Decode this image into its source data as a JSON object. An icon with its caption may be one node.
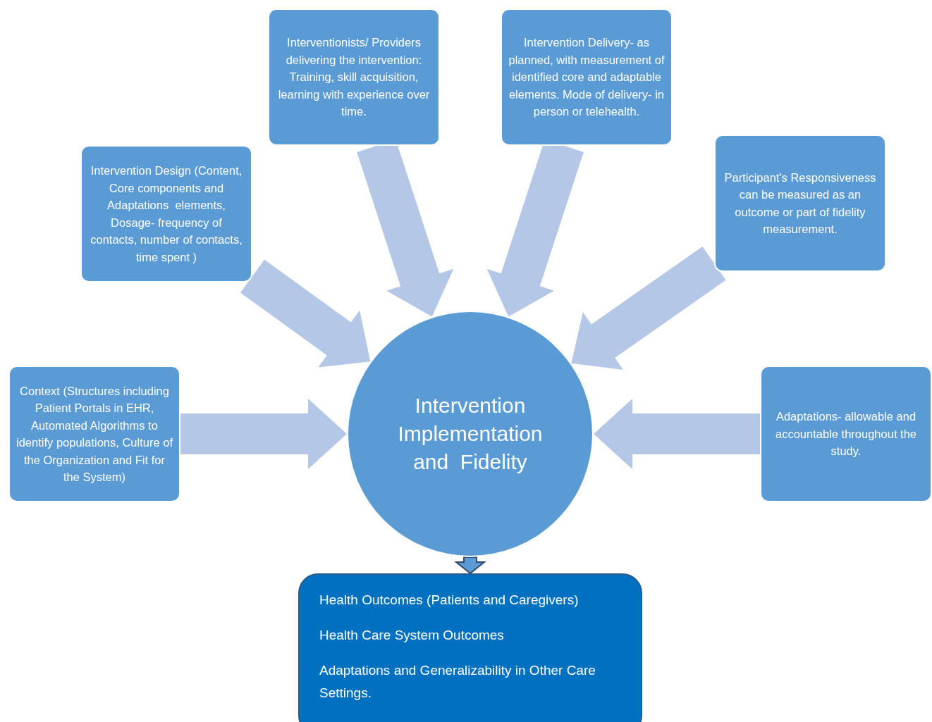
{
  "diagram": {
    "nodes": [
      {
        "text": [
          "Context (Structures including Patient Portals in EHR, Automated Algorithms to identify populations, Culture of the Organization and Fit for the System)"
        ]
      },
      {
        "text": [
          "Intervention Design (Content, Core components and Adaptations  elements, Dosage- frequency of contacts, number of contacts, time spent )"
        ]
      },
      {
        "text": [
          "Interventionists/ Providers delivering the intervention: Training, skill acquisition, learning with experience over time."
        ]
      },
      {
        "text": [
          "Intervention Delivery- as planned, with measurement of identified core and adaptable elements. Mode of delivery- in person or telehealth."
        ]
      },
      {
        "text": [
          "Participant's Responsiveness can be measured as an outcome or part of fidelity measurement."
        ]
      },
      {
        "text": [
          "Adaptations- allowable and accountable throughout the study."
        ]
      },
      {
        "text": [
          "Intervention Implementation and  Fidelity"
        ]
      },
      {
        "text": [
          "Health Outcomes (Patients and Caregivers)",
          "Health Care System Outcomes",
          "Adaptations and Generalizability in Other Care Settings."
        ]
      }
    ],
    "edges": [
      {
        "from": 0,
        "to": 6,
        "arrow": "to"
      },
      {
        "from": 1,
        "to": 6,
        "arrow": "to"
      },
      {
        "from": 2,
        "to": 6,
        "arrow": "to"
      },
      {
        "from": 3,
        "to": 6,
        "arrow": "to"
      },
      {
        "from": 4,
        "to": 6,
        "arrow": "to"
      },
      {
        "from": 5,
        "to": 6,
        "arrow": "to"
      },
      {
        "from": 6,
        "to": 7,
        "arrow": "to",
        "color": "#5b9bd5"
      }
    ]
  }
}
